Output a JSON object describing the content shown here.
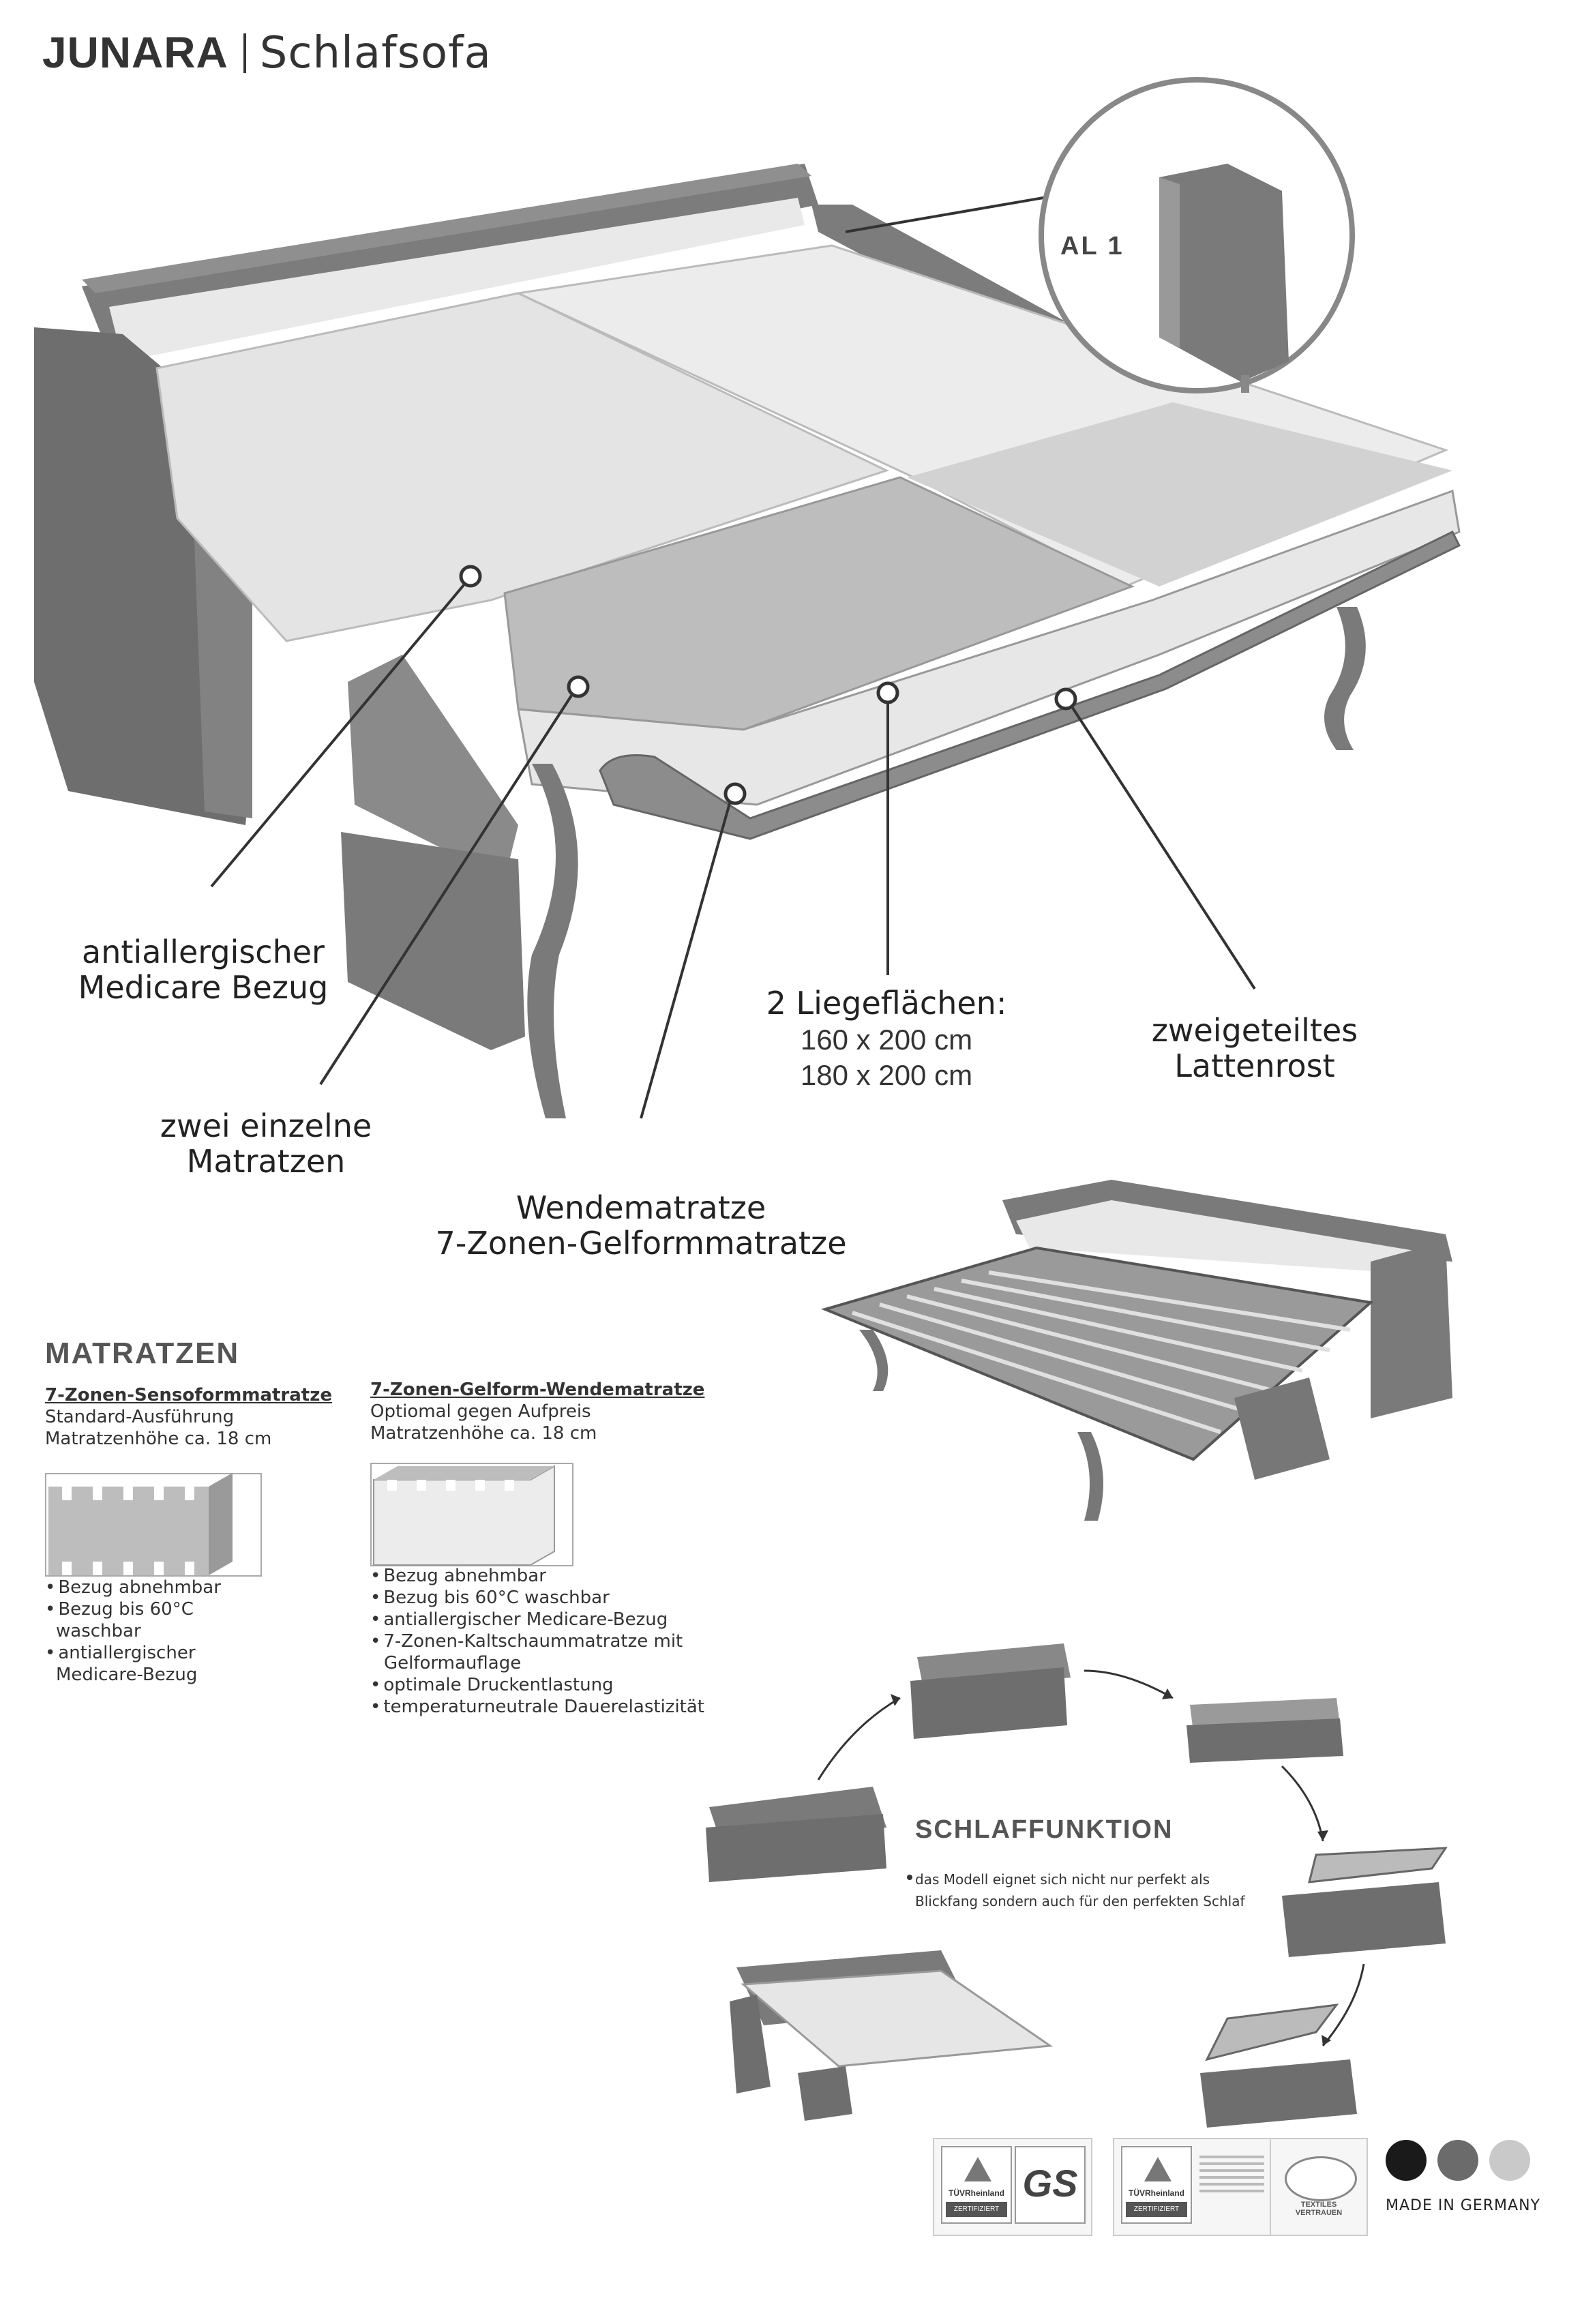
{
  "header": {
    "brand": "JUNARA",
    "subtitle": "Schlafsofa"
  },
  "inset": {
    "label": "AL 1"
  },
  "callouts": {
    "bezug": [
      "antiallergischer",
      "Medicare Bezug"
    ],
    "matratzen": [
      "zwei einzelne",
      "Matratzen"
    ],
    "liege": {
      "title": "2 Liegeflächen:",
      "sizes": [
        "160 x 200 cm",
        "180 x 200 cm"
      ]
    },
    "lattenrost": [
      "zweigeteiltes",
      "Lattenrost"
    ],
    "wende": [
      "Wendematratze",
      "7-Zonen-Gelformmatratze"
    ]
  },
  "matratzen": {
    "heading": "MATRATZEN",
    "sensor": {
      "title": "7-Zonen-Sensoformmatratze",
      "lines": [
        "Standard-Ausführung",
        "Matratzenhöhe ca. 18 cm"
      ],
      "bullets": [
        "Bezug abnehmbar",
        "Bezug bis 60°C",
        "antiallergischer"
      ],
      "continuations": [
        "waschbar",
        "Medicare-Bezug"
      ]
    },
    "gel": {
      "title": "7-Zonen-Gelform-Wendematratze",
      "lines": [
        "Optiomal gegen Aufpreis",
        "Matratzenhöhe ca. 18 cm"
      ],
      "bullets": [
        "Bezug abnehmbar",
        "Bezug bis 60°C waschbar",
        "antiallergischer Medicare-Bezug",
        "7-Zonen-Kaltschaummatratze mit",
        "optimale Druckentlastung",
        "temperaturneutrale Dauerelastizität"
      ],
      "continuation": "Gelformauflage"
    }
  },
  "schlaf": {
    "heading": "SCHLAFFUNKTION",
    "text": [
      "das Modell eignet sich nicht nur perfekt als",
      "Blickfang sondern auch für den perfekten Schlaf"
    ]
  },
  "footer": {
    "made_in": "MADE IN GERMANY",
    "tuv": "TÜVRheinland",
    "tuv_sub": "ZERTIFIZIERT",
    "gs": "GS",
    "textiles": "TEXTILES VERTRAUEN",
    "swatch_colors": [
      "#1a1a1a",
      "#6b6b6b",
      "#c9c9c9"
    ]
  },
  "colors": {
    "fabric": "#7a7a7a",
    "frame": "#8a8a8a",
    "mattress": "#e6e6e6"
  }
}
